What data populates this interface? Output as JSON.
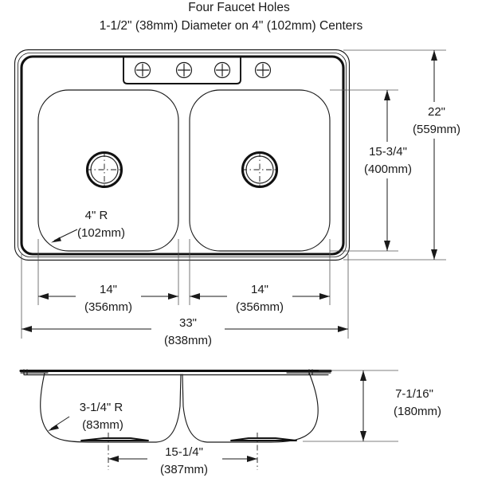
{
  "drawing": {
    "kind": "double-bowl-drop-in-kitchen-sink-dimension-drawing",
    "title_line_1": "Four Faucet Holes",
    "title_line_2": "1-1/2\" (38mm) Diameter on 4\" (102mm) Centers",
    "line_color": "#1a1a1a",
    "background_color": "#ffffff"
  },
  "top_view": {
    "name": "top-view",
    "faucet_hole_count": 4,
    "bowl_count": 2,
    "corner_radius_label": {
      "inches": "4\" R",
      "millimeters": "(102mm)"
    },
    "width_total": {
      "inches": "33\"",
      "millimeters": "(838mm)"
    },
    "bowl_width_left": {
      "inches": "14\"",
      "millimeters": "(356mm)"
    },
    "bowl_width_right": {
      "inches": "14\"",
      "millimeters": "(356mm)"
    },
    "depth_total": {
      "inches": "22\"",
      "millimeters": "(559mm)"
    },
    "bowl_depth": {
      "inches": "15-3/4\"",
      "millimeters": "(400mm)"
    }
  },
  "section_view": {
    "name": "front-section-view",
    "bowl_radius_label": {
      "inches": "3-1/4\" R",
      "millimeters": "(83mm)"
    },
    "bowl_depth": {
      "inches": "7-1/16\"",
      "millimeters": "(180mm)"
    },
    "drain_spacing": {
      "inches": "15-1/4\"",
      "millimeters": "(387mm)"
    }
  }
}
